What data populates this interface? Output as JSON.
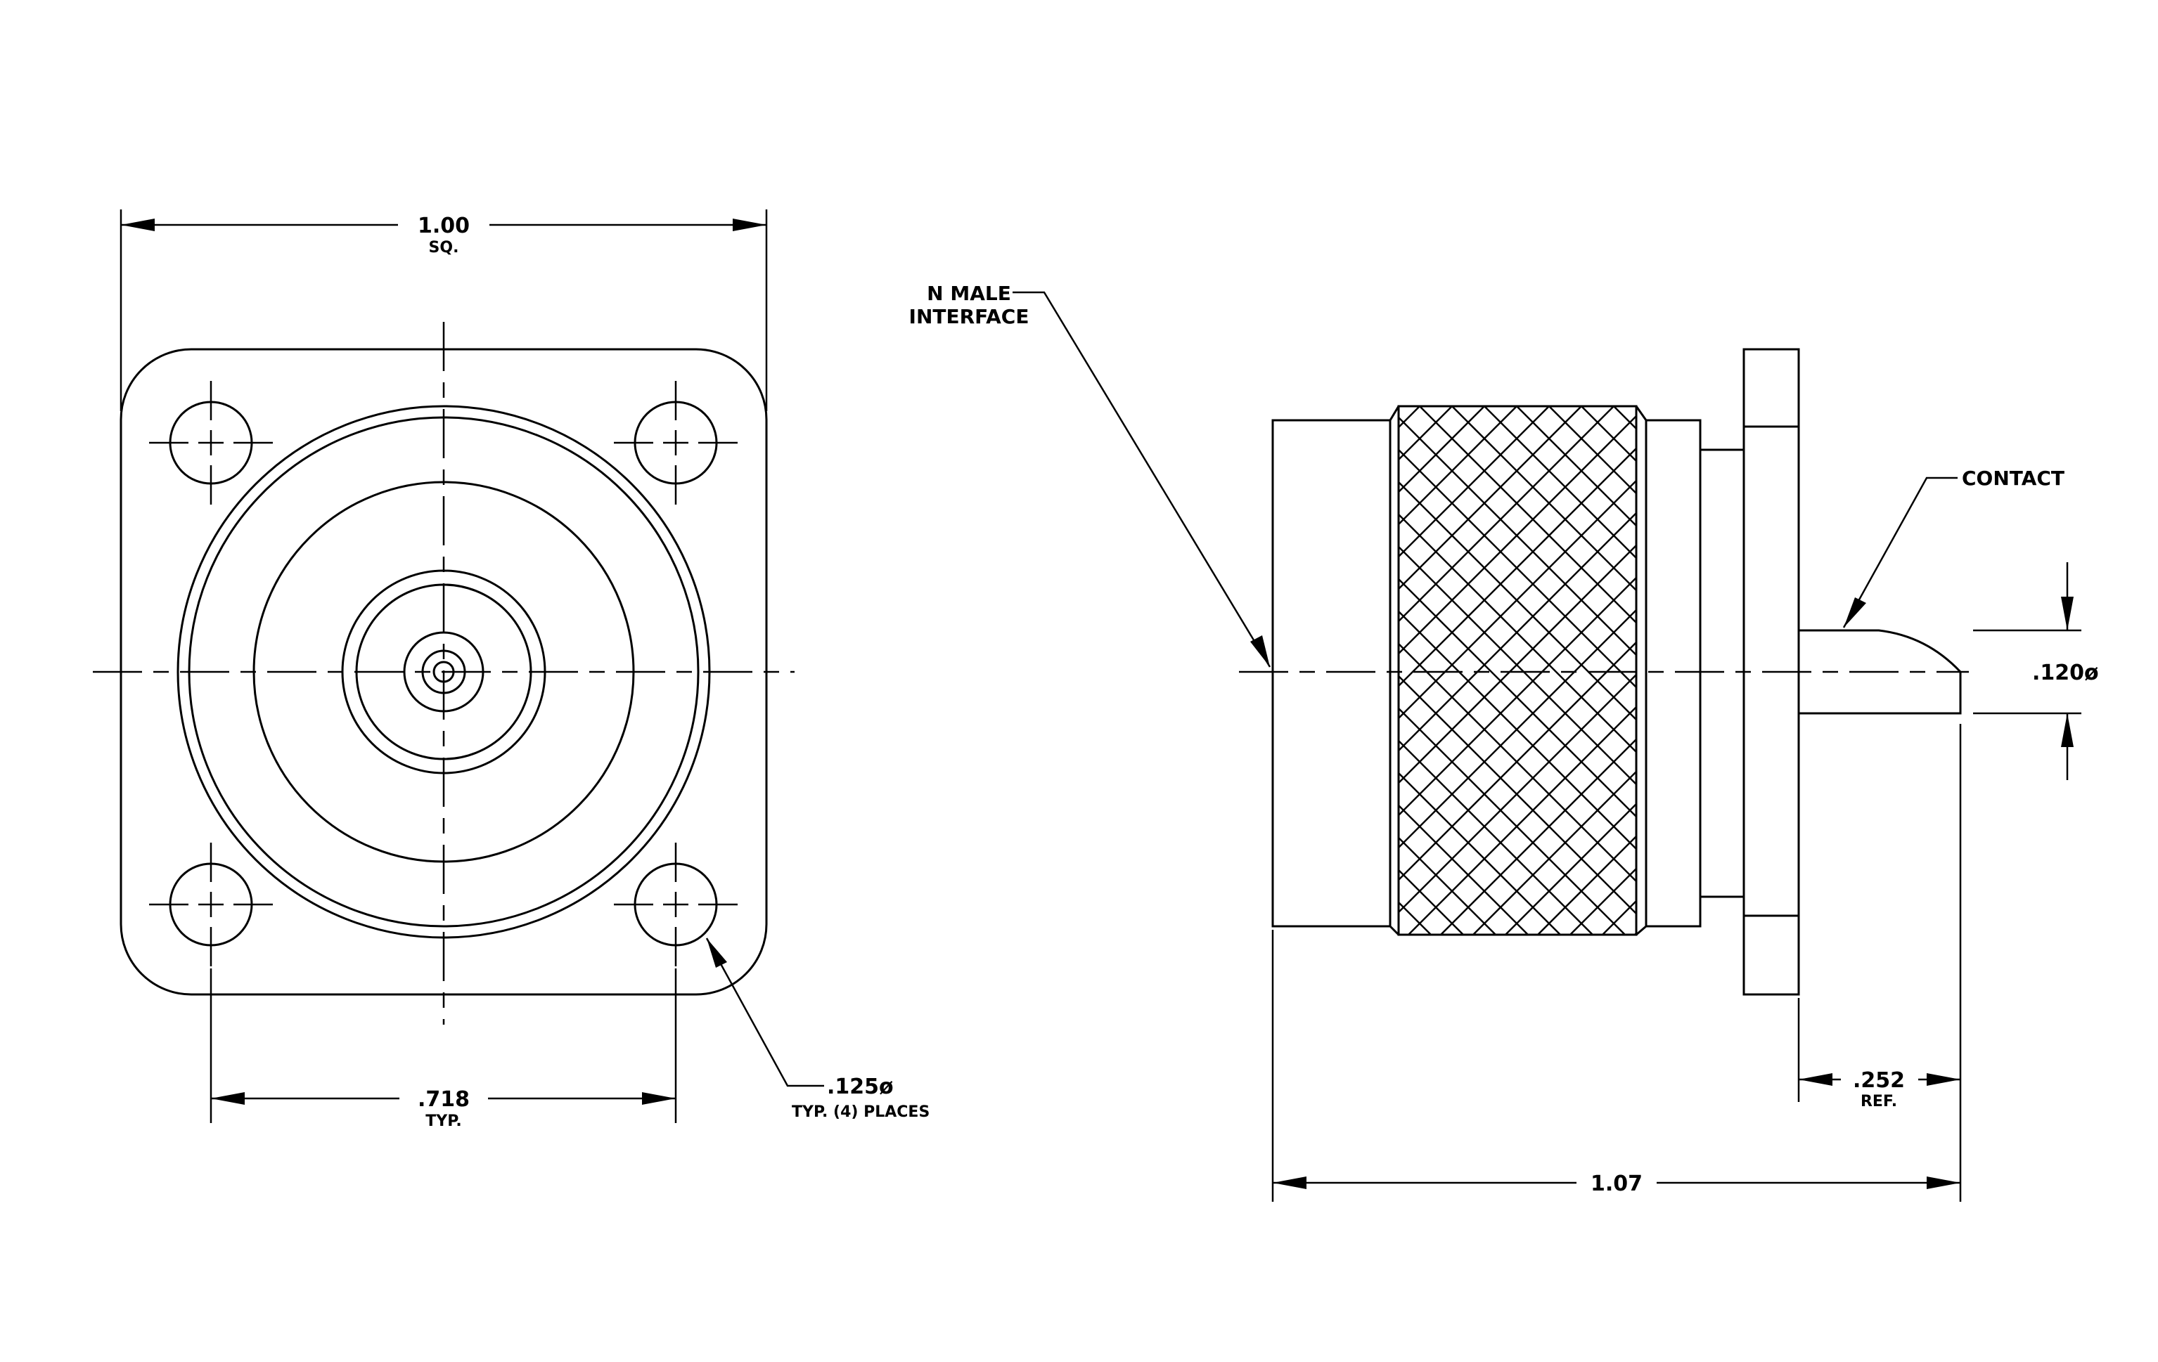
{
  "front_view": {
    "width_dim": "1.00",
    "width_note": "SQ.",
    "hole_spacing_dim": ".718",
    "hole_spacing_note": "TYP.",
    "hole_dia_dim": ".125ø",
    "hole_dia_note": "TYP. (4) PLACES"
  },
  "side_view": {
    "interface_label_line1": "N MALE",
    "interface_label_line2": "INTERFACE",
    "contact_label": "CONTACT",
    "contact_dia_dim": ".120ø",
    "contact_len_dim": ".252",
    "contact_len_note": "REF.",
    "overall_len_dim": "1.07"
  }
}
